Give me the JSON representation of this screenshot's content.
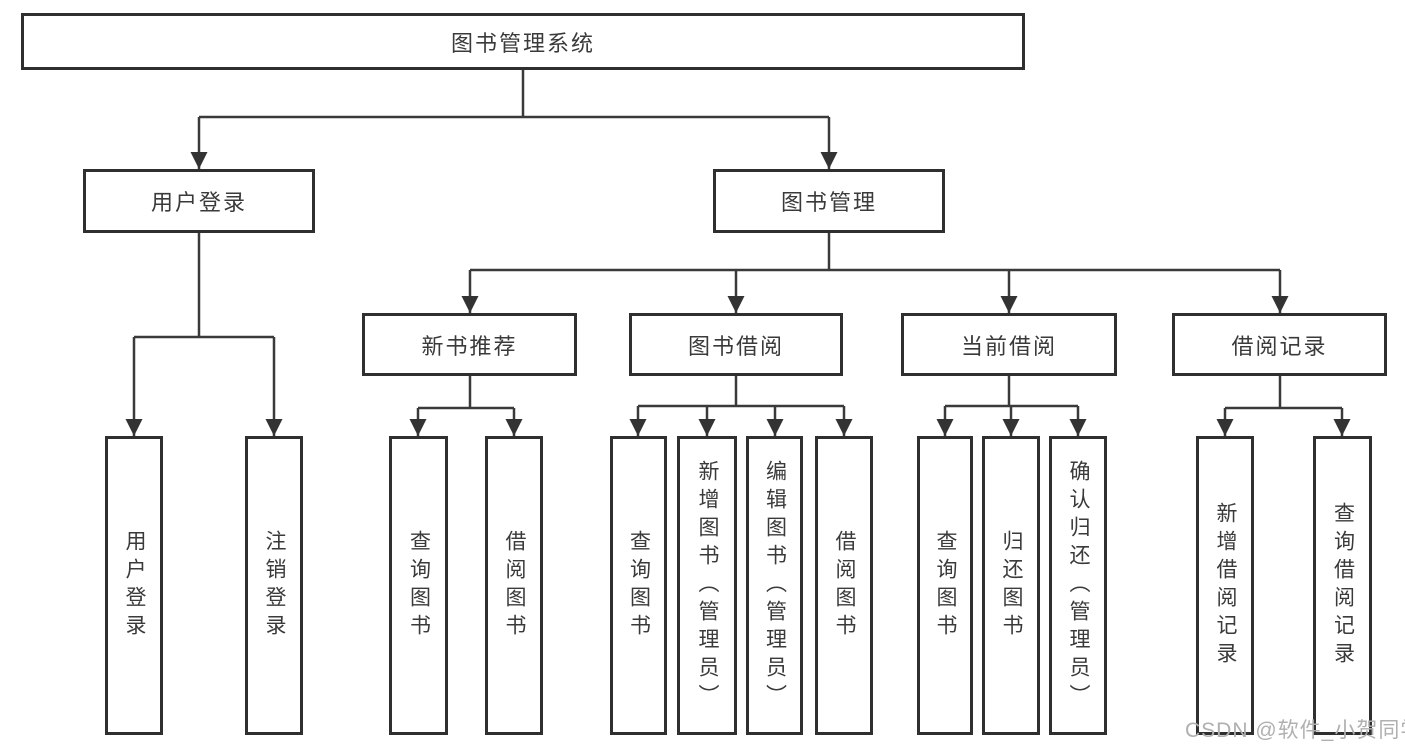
{
  "title": "图书管理系统",
  "level2": {
    "user_login": "用户登录",
    "book_mgmt": "图书管理"
  },
  "level3": {
    "new_books": "新书推荐",
    "borrowing": "图书借阅",
    "current": "当前借阅",
    "records": "借阅记录"
  },
  "leaves": {
    "user_login": [
      "用户登录",
      "注销登录"
    ],
    "new_books": [
      "查询图书",
      "借阅图书"
    ],
    "borrowing": [
      "查询图书",
      "新增图书（管理员）",
      "编辑图书（管理员）",
      "借阅图书"
    ],
    "current": [
      "查询图书",
      "归还图书",
      "确认归还（管理员）"
    ],
    "records": [
      "新增借阅记录",
      "查询借阅记录"
    ]
  },
  "watermark": "CSDN @软件_小贺同学",
  "colors": {
    "line": "#3a3a3a",
    "border": "#2f2f2f",
    "text": "#3a3a3a",
    "watermark": "#b0b0b0",
    "background": "#ffffff"
  }
}
